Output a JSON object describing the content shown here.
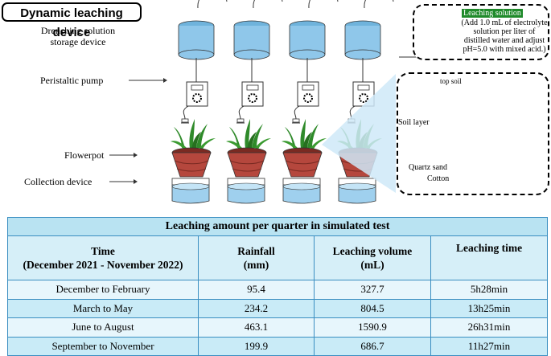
{
  "diagram": {
    "title": "Dynamic leaching device",
    "labels": {
      "storage": "Drenching solution\nstorage device",
      "pump": "Peristaltic pump",
      "flowerpot": "Flowerpot",
      "collection": "Collection device"
    },
    "solution": {
      "badge": "Leaching solution",
      "text": "(Add 1.0 mL of electrolyte solution per liter of distilled water and adjust pH=5.0 with mixed acid.)"
    },
    "soil_panel": {
      "top_soil": "top soil",
      "soil_layer": "Soil layer",
      "quartz_sand": "Quartz sand",
      "cotton": "Cotton"
    },
    "colors": {
      "water": "#9fd0ee",
      "pot": "#b5473d",
      "plant": "#2f8a2a",
      "soil": "#7a3a14",
      "table_border": "#3a8ec1"
    }
  },
  "table": {
    "caption": "Leaching amount per quarter in simulated test",
    "headers": [
      {
        "line1": "Time",
        "line2": "(December 2021 - November 2022)"
      },
      {
        "line1": "Rainfall",
        "line2": "(mm)"
      },
      {
        "line1": "Leaching volume",
        "line2": "(mL)"
      },
      {
        "line1": "Leaching time",
        "line2": ""
      }
    ],
    "rows": [
      {
        "period": "December to February",
        "rainfall": "95.4",
        "volume": "327.7",
        "time": "5h28min"
      },
      {
        "period": "March to May",
        "rainfall": "234.2",
        "volume": "804.5",
        "time": "13h25min"
      },
      {
        "period": "June to August",
        "rainfall": "463.1",
        "volume": "1590.9",
        "time": "26h31min"
      },
      {
        "period": "September to November",
        "rainfall": "199.9",
        "volume": "686.7",
        "time": "11h27min"
      }
    ]
  }
}
